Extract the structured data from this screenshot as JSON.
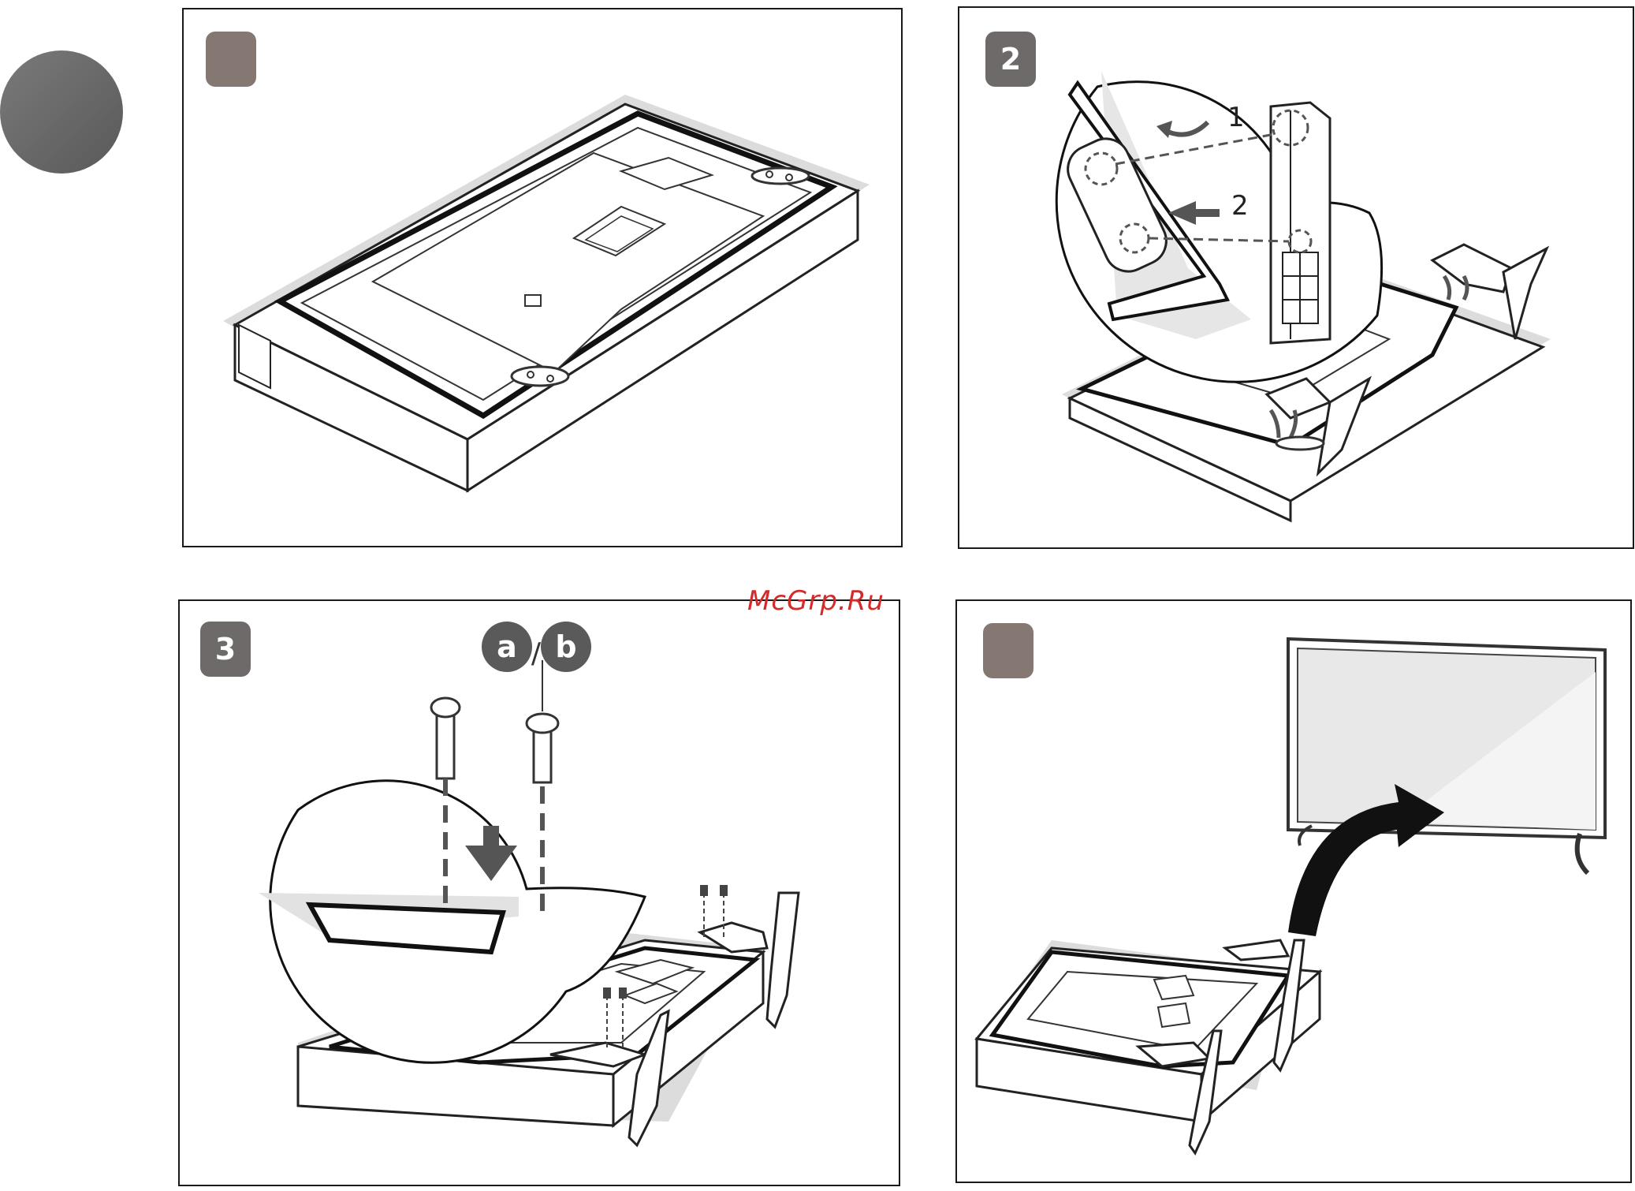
{
  "watermark": "McGrp.Ru",
  "panels": [
    {
      "badge": ""
    },
    {
      "badge": "2",
      "callouts": [
        "1",
        "2"
      ]
    },
    {
      "badge": "3",
      "screw_labels": [
        "a",
        "b"
      ],
      "separator": "/"
    },
    {
      "badge": ""
    }
  ],
  "colors": {
    "badge_gray": "#6e6a6a",
    "badge_brown": "#857873",
    "shadow": "#d9d9d9",
    "watermark": "#d42a2a"
  }
}
